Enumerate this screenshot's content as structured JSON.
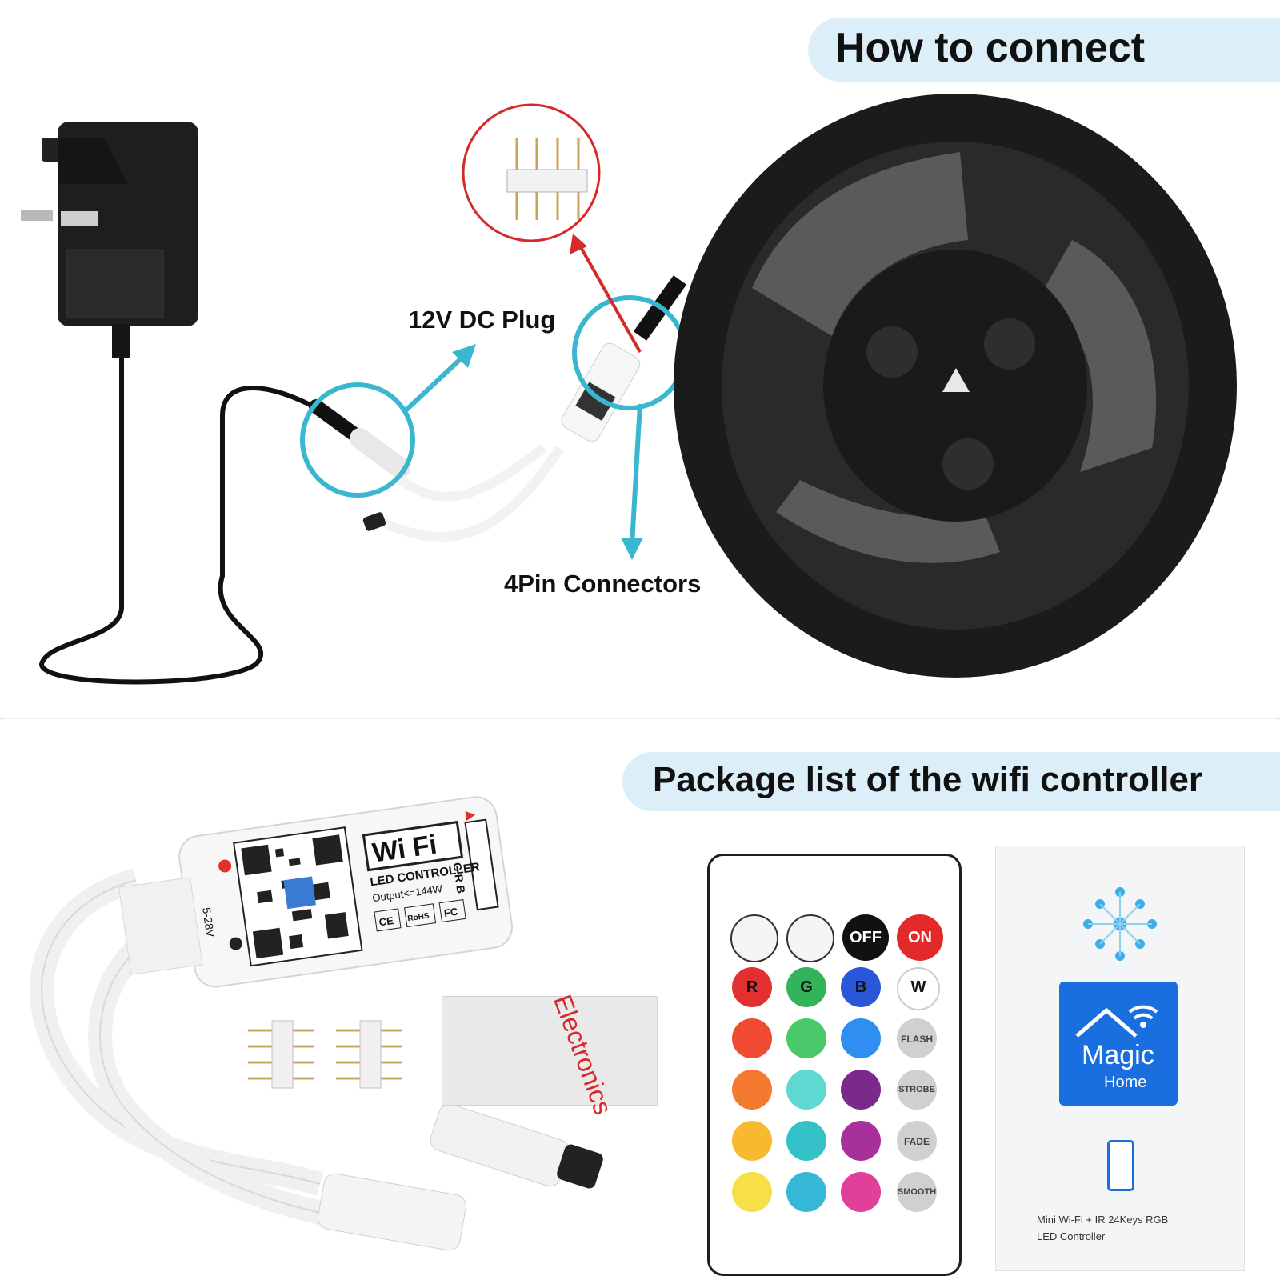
{
  "header_top": {
    "title": "How to connect"
  },
  "header_bottom": {
    "title": "Package list of the wifi controller"
  },
  "labels": {
    "dc_plug": "12V DC Plug",
    "pin_connectors": "4Pin Connectors"
  },
  "controller": {
    "brand_text": "Wi Fi",
    "subtitle": "LED CONTROLLER",
    "output": "Output<=144W",
    "voltage": "5-28V",
    "pins": "G R B",
    "marks": [
      "CE",
      "RoHS",
      "FC"
    ]
  },
  "tape": {
    "text": "Electronics"
  },
  "remote": {
    "top_row": [
      "brightness-down-icon",
      "brightness-up-icon",
      "OFF",
      "ON"
    ],
    "rgbw": [
      "R",
      "G",
      "B",
      "W"
    ],
    "modes": [
      "FLASH",
      "STROBE",
      "FADE",
      "SMOOTH"
    ],
    "colors": {
      "row1": [
        "#f04a32",
        "#4ac96a",
        "#2f8ff0"
      ],
      "row2": [
        "#f47a30",
        "#5ed8d0",
        "#7a2a8a"
      ],
      "row3": [
        "#f8b830",
        "#34c2c8",
        "#a8309a"
      ],
      "row4": [
        "#f8e048",
        "#38b8d8",
        "#e0409a"
      ]
    }
  },
  "manual": {
    "app_name_line1": "Magic",
    "app_name_line2": "Home",
    "caption_line1": "Mini Wi-Fi + IR 24Keys RGB",
    "caption_line2": "LED Controller"
  },
  "colors": {
    "accent_teal": "#39b7cf",
    "callout_red": "#d42a2a",
    "pill_bg": "#dceef8",
    "app_blue": "#1a6fe0"
  }
}
